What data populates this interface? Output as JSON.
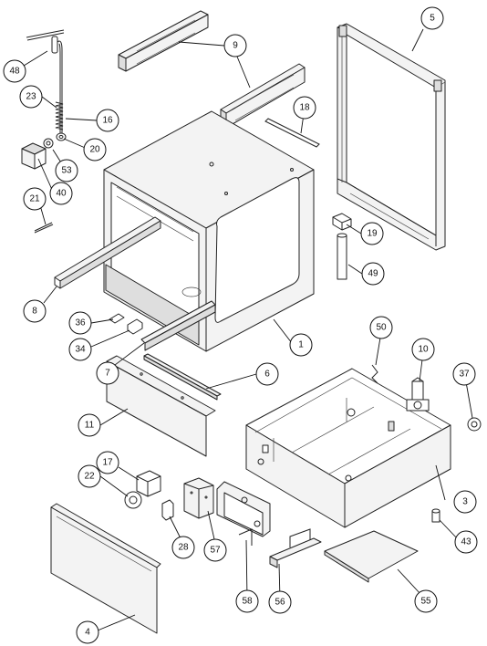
{
  "callouts": {
    "p3": "3",
    "p4": "4",
    "p5": "5",
    "p6": "6",
    "p7": "7",
    "p8": "8",
    "p9": "9",
    "p10": "10",
    "p11": "11",
    "p16": "16",
    "p17": "17",
    "p18": "18",
    "p19": "19",
    "p20": "20",
    "p21": "21",
    "p22": "22",
    "p23": "23",
    "p28": "28",
    "p34": "34",
    "p36": "36",
    "p37": "37",
    "p40": "40",
    "p43": "43",
    "p48": "48",
    "p49": "49",
    "p50": "50",
    "p53": "53",
    "p55": "55",
    "p56": "56",
    "p57": "57",
    "p58": "58"
  }
}
